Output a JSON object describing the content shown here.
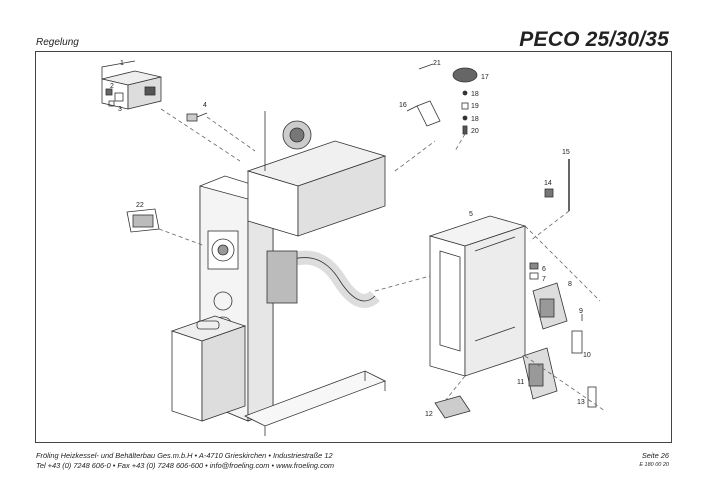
{
  "header": {
    "section": "Regelung",
    "title": "PECO 25/30/35"
  },
  "callouts": [
    "1",
    "2",
    "3",
    "4",
    "5",
    "6",
    "7",
    "8",
    "9",
    "10",
    "11",
    "12",
    "13",
    "14",
    "15",
    "16",
    "17",
    "18",
    "18",
    "19",
    "20",
    "21",
    "22"
  ],
  "footer": {
    "company": "Fröling Heizkessel- und Behälterbau Ges.m.b.H  •  A-4710 Grieskirchen  •  Industriestraße 12",
    "contact": "Tel +43 (0) 7248 606-0  •  Fax +43 (0) 7248 606-600  •  info@froeling.com  •  www.froeling.com",
    "page": "Seite 26",
    "doc_code": "E 180 00 20"
  }
}
